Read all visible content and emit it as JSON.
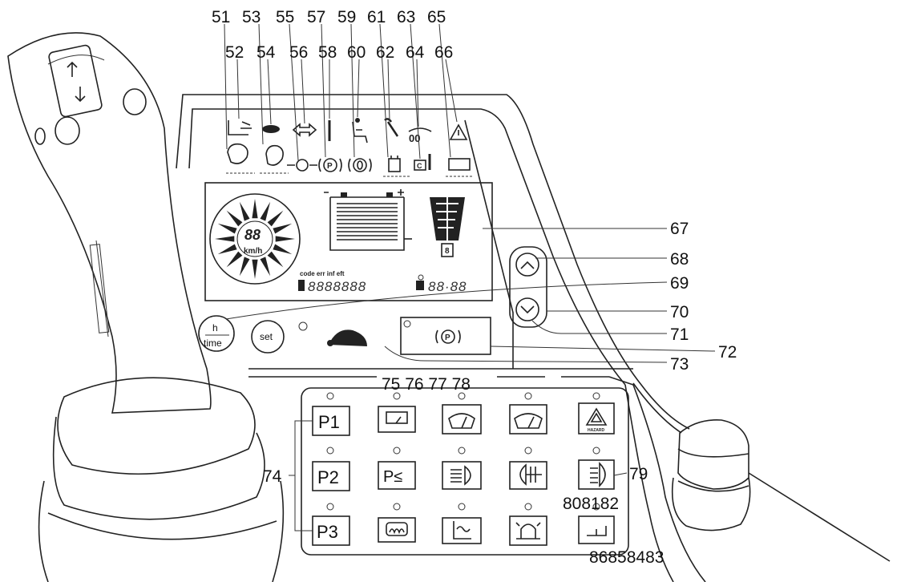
{
  "callouts": {
    "top_row": [
      "51",
      "53",
      "55",
      "57",
      "59",
      "61",
      "63",
      "65"
    ],
    "second_row": [
      "52",
      "54",
      "56",
      "58",
      "60",
      "62",
      "64",
      "66"
    ],
    "c67": "67",
    "c68": "68",
    "c69": "69",
    "c70": "70",
    "c71": "71",
    "c72": "72",
    "c73": "73",
    "c74": "74",
    "c75_78": "75 76 77 78",
    "c79": "79",
    "c80_82": "808182",
    "c83_86": "86858483"
  },
  "display": {
    "speed_digits": "88",
    "speed_unit": "km/h",
    "code_labels": "code  err  inf  eft",
    "code_digits": "8888888",
    "clock_digits": "88·88",
    "gear_digit": "8"
  },
  "buttons": {
    "h_time_top": "h",
    "h_time_bottom": "time",
    "set": "set",
    "p1": "P1",
    "p2": "P2",
    "p3": "P3",
    "park_beam": "P≤",
    "hazard_caption": "HAZARD"
  },
  "colors": {
    "line": "#222222",
    "background": "#ffffff"
  }
}
